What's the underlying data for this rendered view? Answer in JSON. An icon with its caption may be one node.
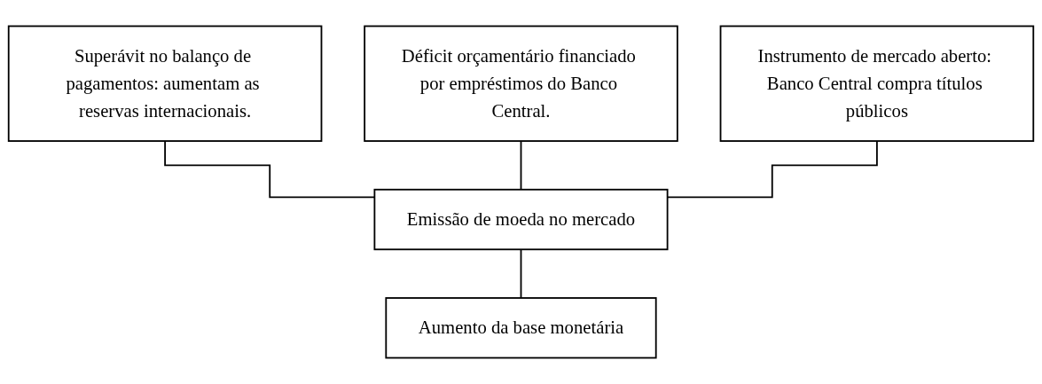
{
  "diagram": {
    "nodes": [
      {
        "text": [
          "Superávit no balanço de pagamentos: aumentam as reservas internacionais."
        ]
      },
      {
        "text": [
          "Déficit orçamentário financiado por empréstimos do Banco Central."
        ]
      },
      {
        "text": [
          "Instrumento de mercado aberto: Banco Central compra títulos públicos"
        ]
      },
      {
        "text": [
          "Emissão de moeda no mercado"
        ]
      },
      {
        "text": [
          "Aumento da base monetária"
        ]
      }
    ],
    "edges": [
      {
        "from": 0,
        "to": 3,
        "arrow": "none"
      },
      {
        "from": 1,
        "to": 3,
        "arrow": "none"
      },
      {
        "from": 2,
        "to": 3,
        "arrow": "none"
      },
      {
        "from": 3,
        "to": 4,
        "arrow": "none"
      }
    ]
  }
}
